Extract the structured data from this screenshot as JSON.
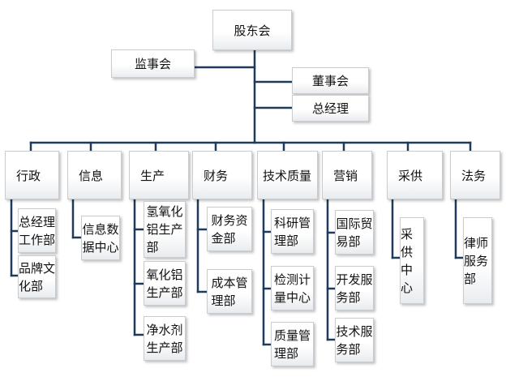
{
  "top": {
    "shareholders": "股东会",
    "supervisors": "监事会",
    "board": "董事会",
    "gm": "总经理"
  },
  "departments": [
    {
      "label": "行政",
      "subs": [
        "总经理\n工作部",
        "品牌文\n化部"
      ]
    },
    {
      "label": "信息",
      "subs": [
        "信息数\n据中心"
      ]
    },
    {
      "label": "生产",
      "subs": [
        "氢氧化\n铝生产\n部",
        "氧化铝\n生产部",
        "净水剂\n生产部"
      ]
    },
    {
      "label": "财务",
      "subs": [
        "财务资\n金部",
        "成本管\n理部"
      ]
    },
    {
      "label": "技术质量",
      "subs": [
        "科研管\n理部",
        "检测计\n量中心",
        "质量管\n理部"
      ]
    },
    {
      "label": "营销",
      "subs": [
        "国际贸\n易部",
        "开发服\n务部",
        "技术服\n务部"
      ]
    },
    {
      "label": "采供",
      "subs": [
        "采供\n中心"
      ]
    },
    {
      "label": "法务",
      "subs": [
        "律师\n服务部"
      ]
    }
  ]
}
